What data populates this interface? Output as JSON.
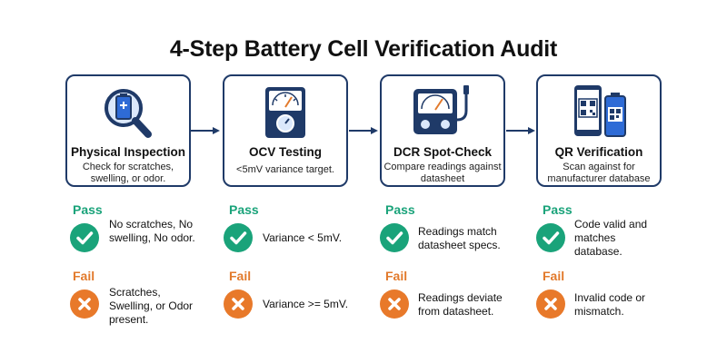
{
  "title": "4-Step Battery Cell Verification Audit",
  "colors": {
    "card_border": "#1f3a68",
    "pass": "#1aa37a",
    "fail": "#e8792a",
    "icon_dark": "#1f3a68",
    "icon_blue": "#2e6bd6"
  },
  "steps": [
    {
      "title": "Physical Inspection",
      "description": "Check for scratches, swelling, or odor.",
      "icon": "magnifier-battery-icon",
      "pass_label": "Pass",
      "pass_text": "No scratches, No swelling, No odor.",
      "fail_label": "Fail",
      "fail_text": "Scratches, Swelling, or Odor present."
    },
    {
      "title": "OCV Testing",
      "description": "<5mV variance target.",
      "icon": "voltmeter-icon",
      "pass_label": "Pass",
      "pass_text": "Variance < 5mV.",
      "fail_label": "Fail",
      "fail_text": "Variance >= 5mV."
    },
    {
      "title": "DCR Spot-Check",
      "description": "Compare readings against datasheet",
      "icon": "multimeter-icon",
      "pass_label": "Pass",
      "pass_text": "Readings match datasheet specs.",
      "fail_label": "Fail",
      "fail_text": "Readings deviate from datasheet."
    },
    {
      "title": "QR Verification",
      "description": "Scan against for manufacturer database",
      "icon": "phone-qr-battery-icon",
      "pass_label": "Pass",
      "pass_text": "Code valid and matches database.",
      "fail_label": "Fail",
      "fail_text": "Invalid code or mismatch."
    }
  ]
}
